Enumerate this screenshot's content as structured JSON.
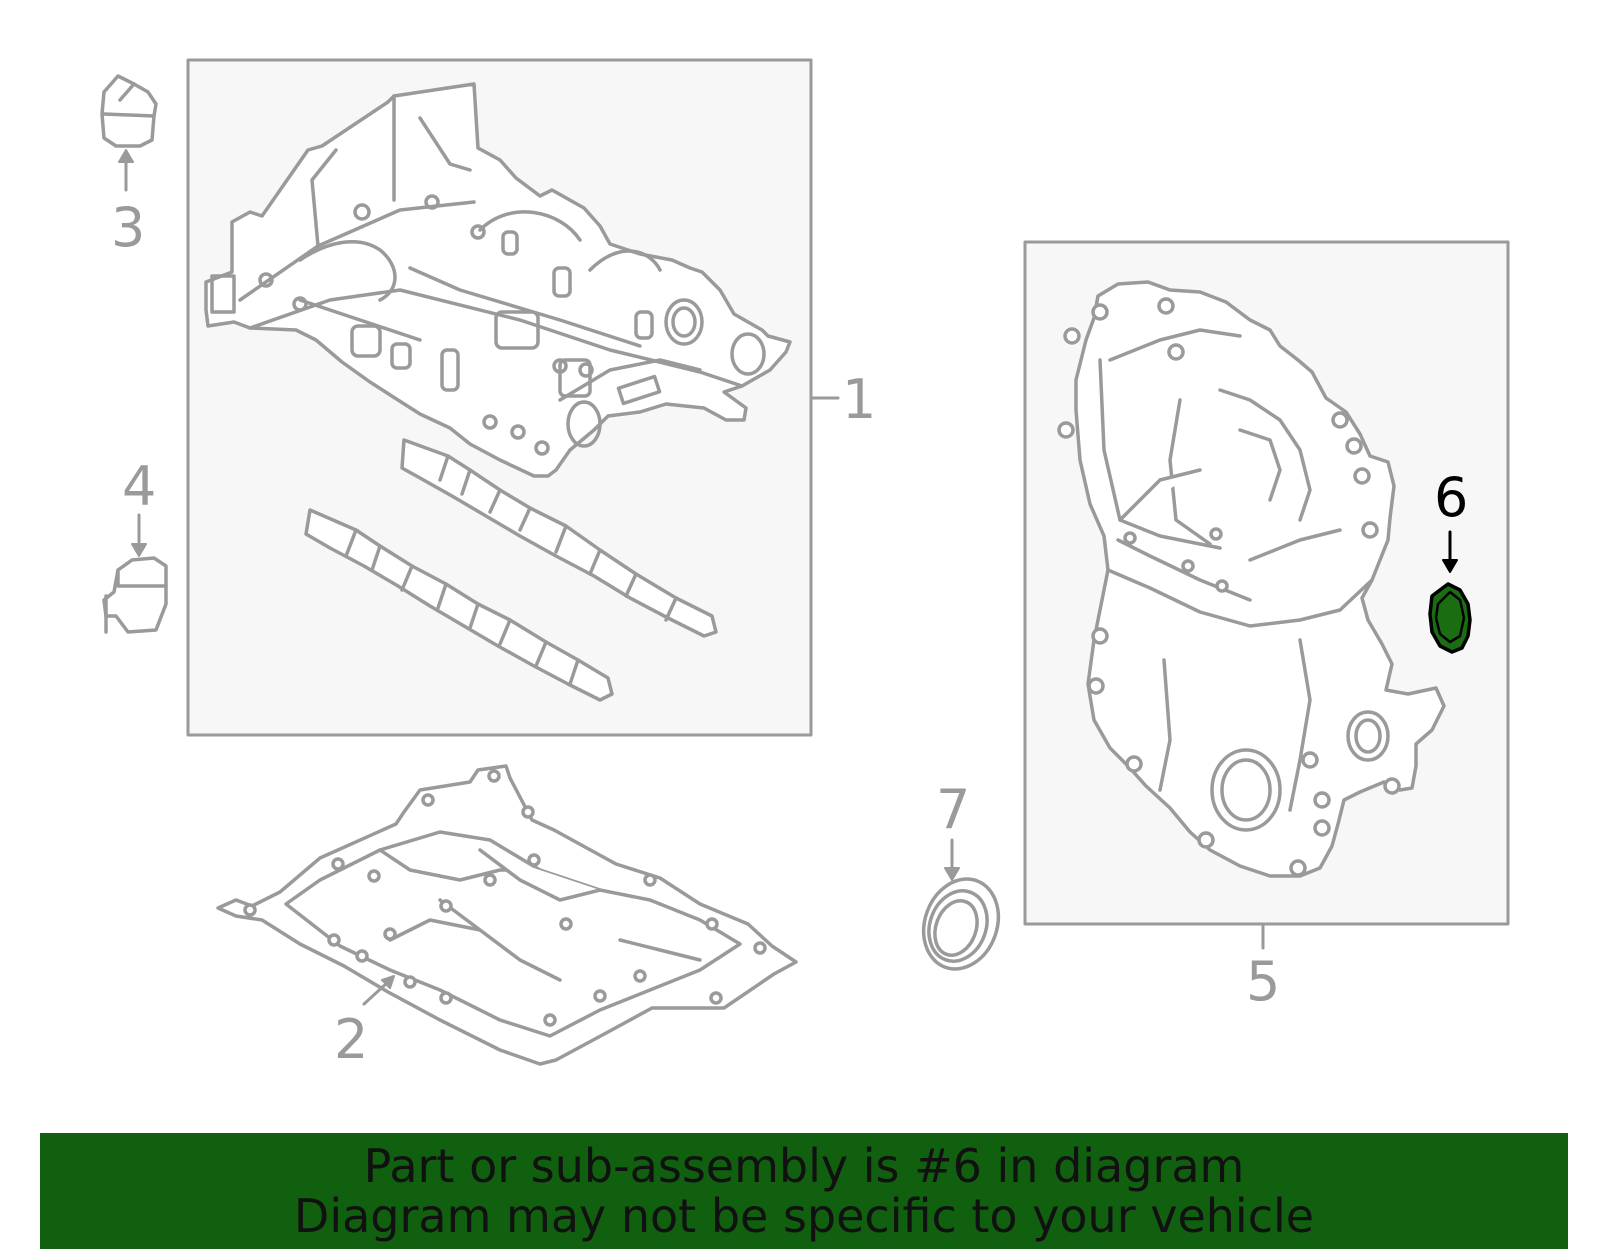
{
  "colors": {
    "line": "#9a9a9a",
    "box_fill": "#f7f7f7",
    "highlight_fill": "#1b6d12",
    "highlight_text": "#000000",
    "banner_bg": "#116010",
    "banner_text": "#111111"
  },
  "callouts": [
    {
      "number": "1",
      "highlighted": false
    },
    {
      "number": "2",
      "highlighted": false
    },
    {
      "number": "3",
      "highlighted": false
    },
    {
      "number": "4",
      "highlighted": false
    },
    {
      "number": "5",
      "highlighted": false
    },
    {
      "number": "6",
      "highlighted": true
    },
    {
      "number": "7",
      "highlighted": false
    }
  ],
  "banner": {
    "line1": "Part or sub-assembly is #6 in diagram",
    "line2": "Diagram may not be specific to your vehicle"
  }
}
